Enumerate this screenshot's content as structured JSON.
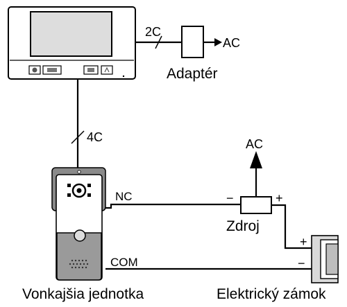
{
  "labels": {
    "adapter": "Adaptér",
    "monitor_wire": "2C",
    "ac_right": "AC",
    "cable_4c": "4C",
    "ac_top": "AC",
    "nc": "NC",
    "zdroj": "Zdroj",
    "com": "COM",
    "outdoor_unit": "Vonkajšia jednotka",
    "lock": "Elektrický zámok",
    "psu_minus": "−",
    "psu_plus": "+",
    "lock_plus": "+",
    "lock_minus": "−"
  },
  "icons": {
    "monitor": "indoor-monitor-icon",
    "outdoor_unit": "door-camera-unit-icon",
    "adapter": "power-adapter-icon",
    "power_supply": "power-supply-icon",
    "lock": "electric-lock-icon"
  },
  "colors": {
    "line": "#000000",
    "monitor_body": "#ffffff",
    "monitor_screen": "#dddddd",
    "unit_top": "#8a8a8a",
    "unit_bottom": "#9a9a9a",
    "lock_body": "#d9d9d9"
  }
}
